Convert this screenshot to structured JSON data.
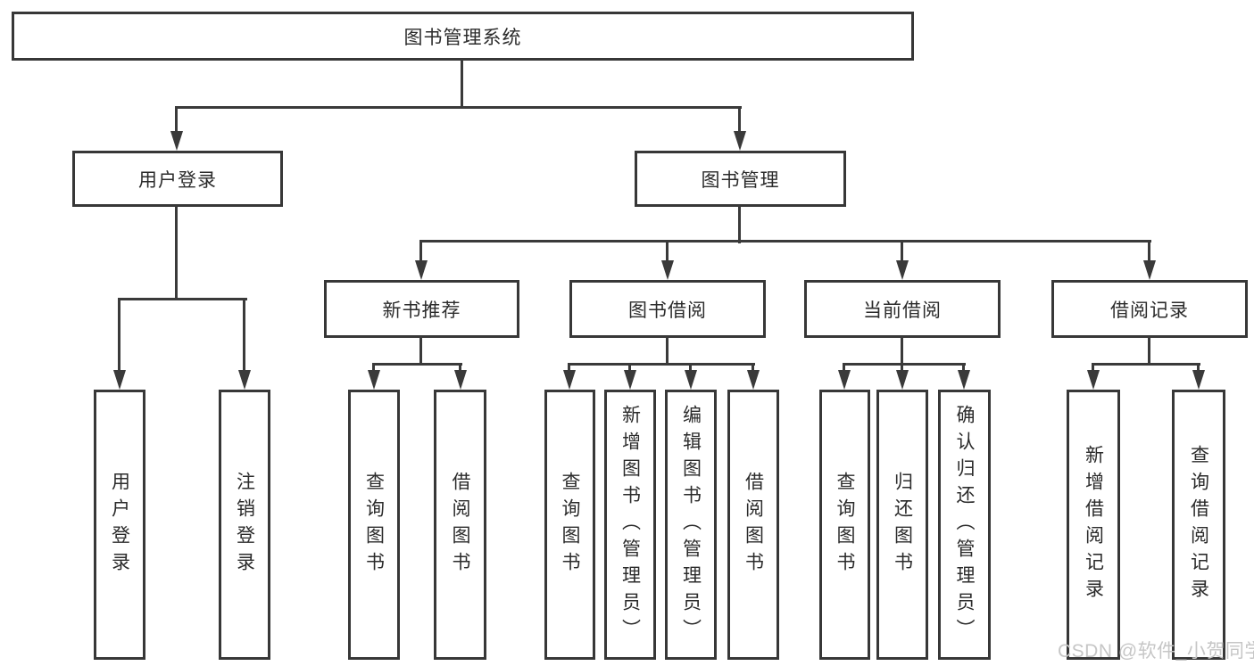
{
  "diagram": {
    "title": "图书管理系统",
    "root": {
      "label": "图书管理系统"
    },
    "branches": [
      {
        "label": "用户登录",
        "children": [
          {
            "label": "用户登录"
          },
          {
            "label": "注销登录"
          }
        ]
      },
      {
        "label": "图书管理",
        "children": [
          {
            "label": "新书推荐",
            "children": [
              {
                "label": "查询图书"
              },
              {
                "label": "借阅图书"
              }
            ]
          },
          {
            "label": "图书借阅",
            "children": [
              {
                "label": "查询图书"
              },
              {
                "label": "新增图书（管理员）"
              },
              {
                "label": "编辑图书（管理员）"
              },
              {
                "label": "借阅图书"
              }
            ]
          },
          {
            "label": "当前借阅",
            "children": [
              {
                "label": "查询图书"
              },
              {
                "label": "归还图书"
              },
              {
                "label": "确认归还（管理员）"
              }
            ]
          },
          {
            "label": "借阅记录",
            "children": [
              {
                "label": "新增借阅记录"
              },
              {
                "label": "查询借阅记录"
              }
            ]
          }
        ]
      }
    ]
  },
  "watermark": {
    "text": "CSDN @软件_小贺同学"
  },
  "colors": {
    "line": "#3a3a3a",
    "box_border": "#373737",
    "text": "#2b2b2b",
    "background": "#ffffff",
    "watermark": "#c6c6c6"
  }
}
